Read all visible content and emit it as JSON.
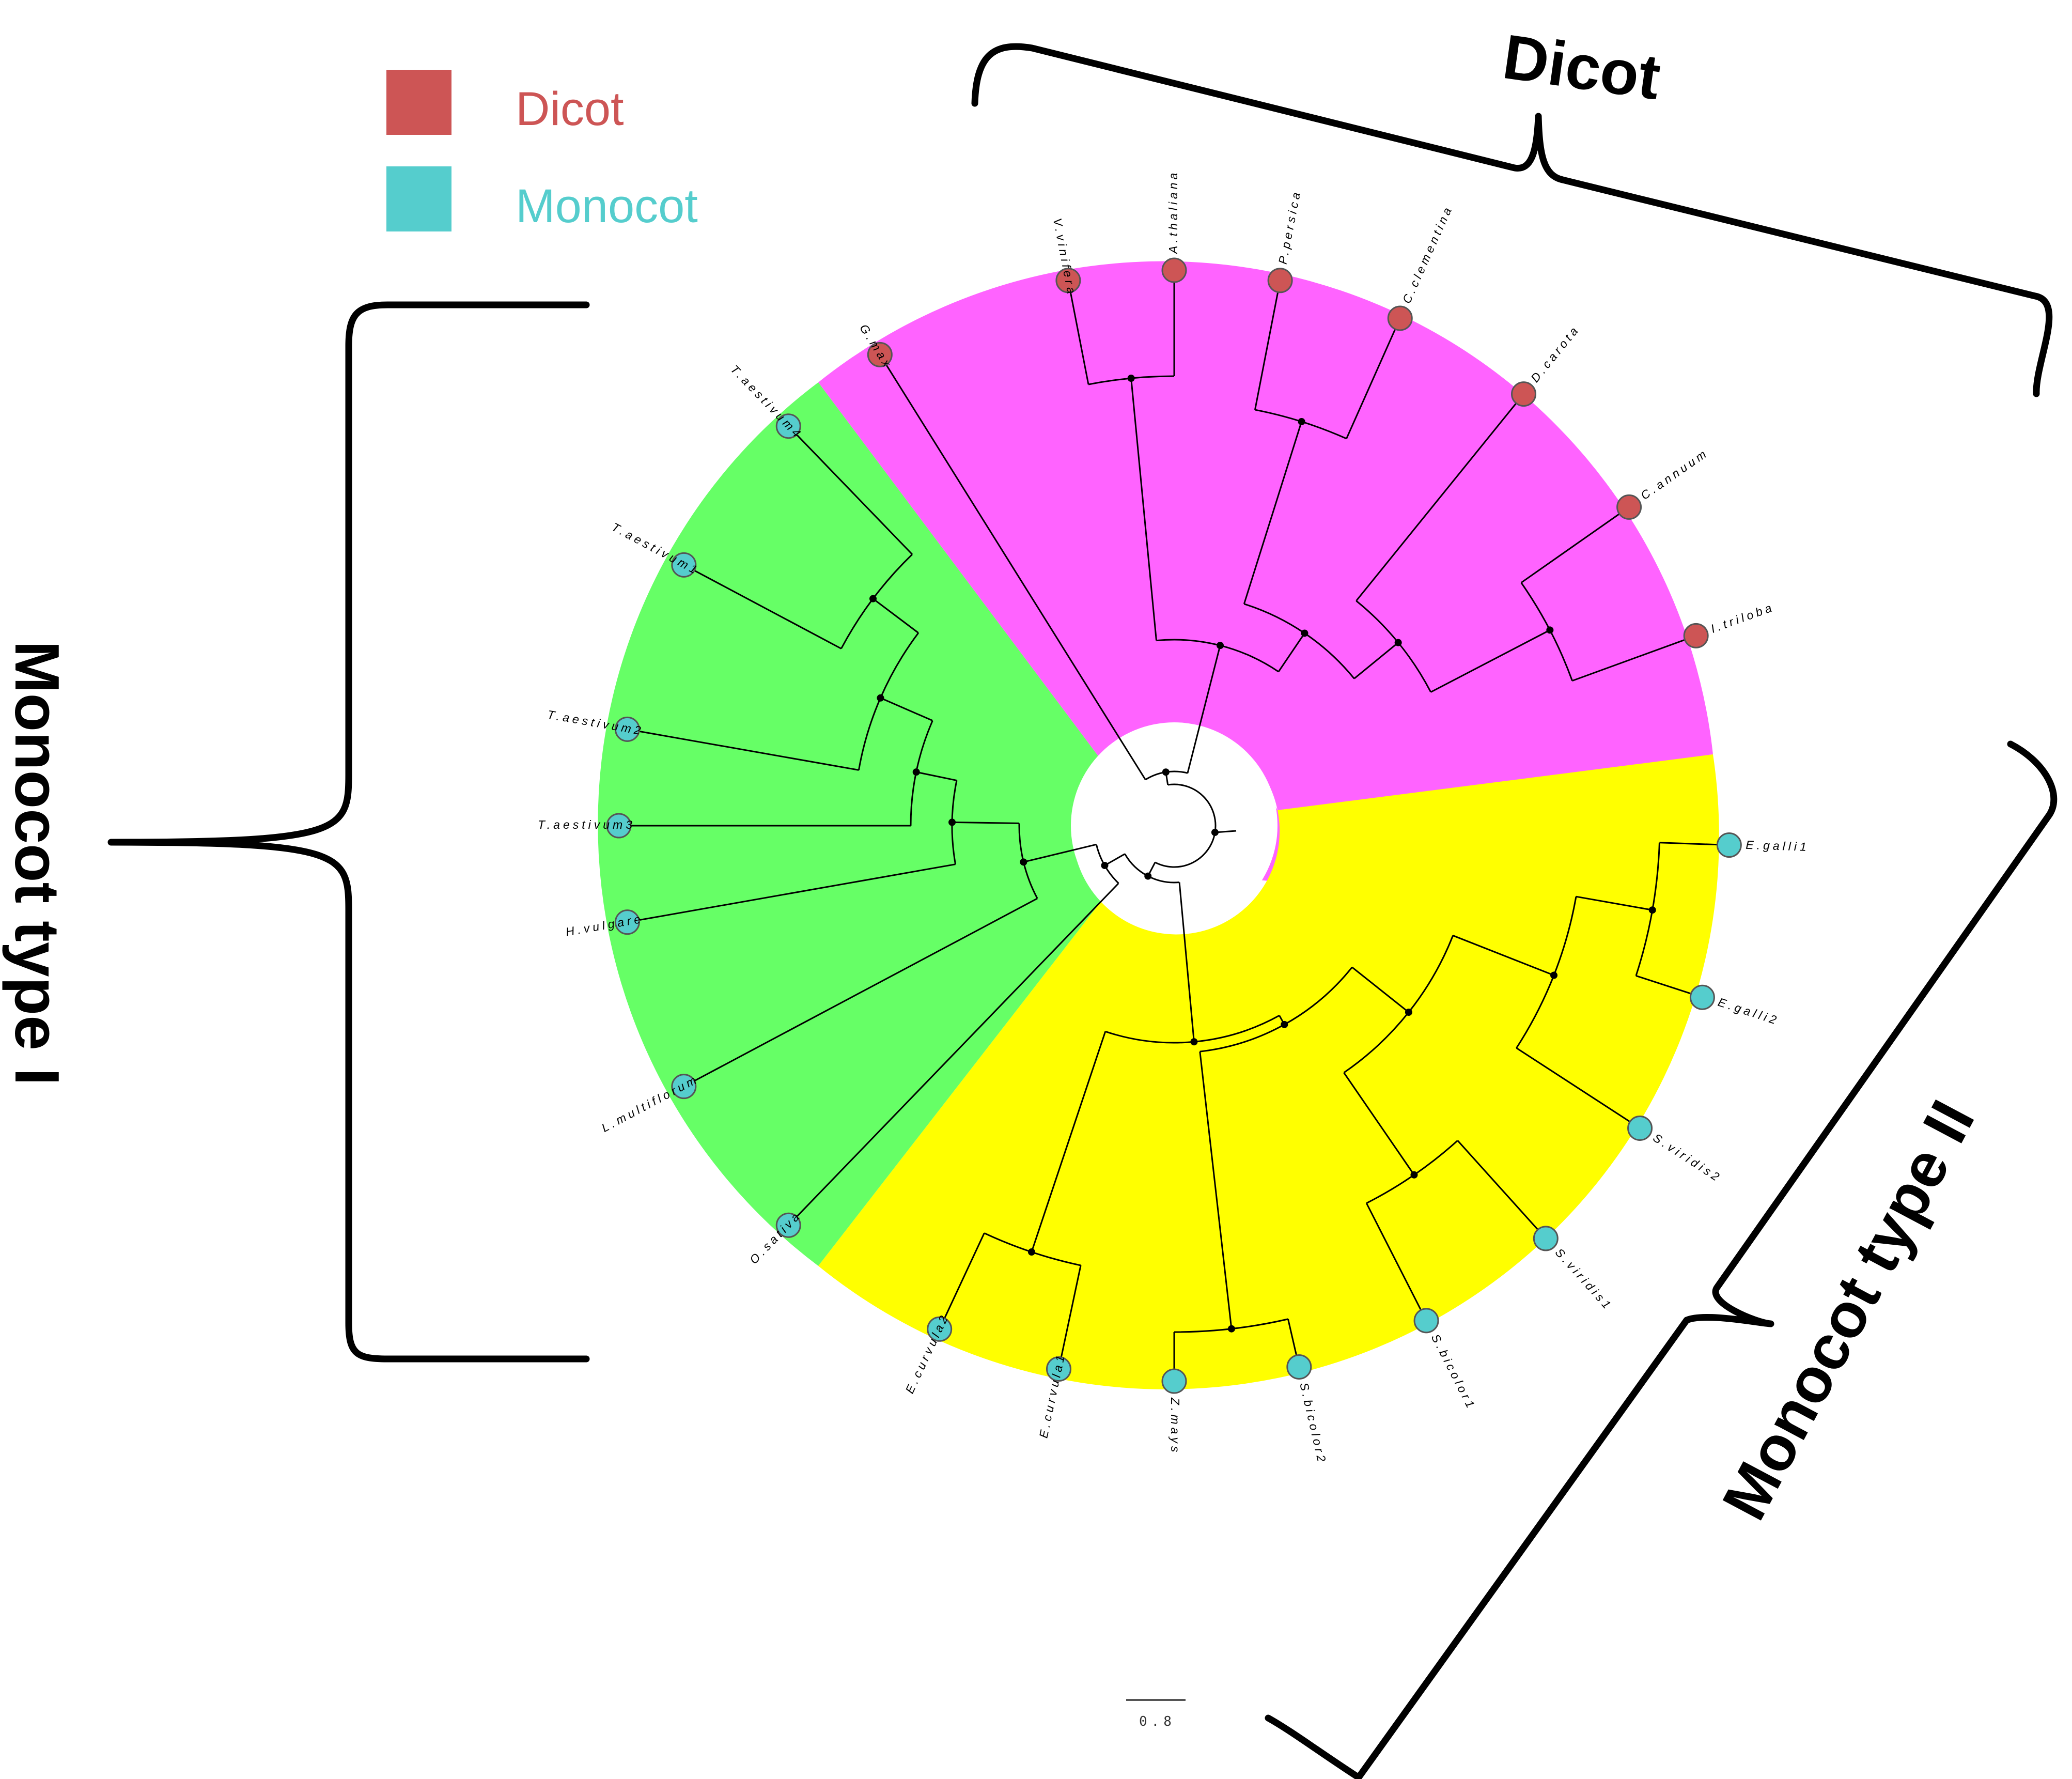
{
  "legend": {
    "items": [
      {
        "label": "Dicot",
        "color": "#CD5555"
      },
      {
        "label": "Monocot",
        "color": "#55CDCD"
      }
    ]
  },
  "groups": {
    "dicot": {
      "label": "Dicot",
      "color": "#FF63FF"
    },
    "monocot_type1": {
      "label": "Monocot type I",
      "color": "#66FF66"
    },
    "monocot_type2": {
      "label": "Monocot type II",
      "color": "#FFFF00"
    }
  },
  "scale_bar": {
    "label": "0.8"
  },
  "leaves": [
    {
      "label": "G.max",
      "group": "dicot"
    },
    {
      "label": "V.vinifera",
      "group": "dicot"
    },
    {
      "label": "A.thaliana",
      "group": "dicot"
    },
    {
      "label": "P.persica",
      "group": "dicot"
    },
    {
      "label": "C.clementina",
      "group": "dicot"
    },
    {
      "label": "D.carota",
      "group": "dicot"
    },
    {
      "label": "C.annuum",
      "group": "dicot"
    },
    {
      "label": "I.triloba",
      "group": "dicot"
    },
    {
      "label": "E.galli1",
      "group": "monocot"
    },
    {
      "label": "E.galli2",
      "group": "monocot"
    },
    {
      "label": "S.viridis2",
      "group": "monocot"
    },
    {
      "label": "S.viridis1",
      "group": "monocot"
    },
    {
      "label": "S.bicolor1",
      "group": "monocot"
    },
    {
      "label": "S.bicolor2",
      "group": "monocot"
    },
    {
      "label": "Z.mays",
      "group": "monocot"
    },
    {
      "label": "E.curvula1",
      "group": "monocot"
    },
    {
      "label": "E.curvula2",
      "group": "monocot"
    },
    {
      "label": "O.sativa",
      "group": "monocot"
    },
    {
      "label": "L.multiflorum",
      "group": "monocot"
    },
    {
      "label": "H.vulgare",
      "group": "monocot"
    },
    {
      "label": "T.aestivum3",
      "group": "monocot"
    },
    {
      "label": "T.aestivum2",
      "group": "monocot"
    },
    {
      "label": "T.aestivum1",
      "group": "monocot"
    },
    {
      "label": "T.aestivum4",
      "group": "monocot"
    }
  ]
}
